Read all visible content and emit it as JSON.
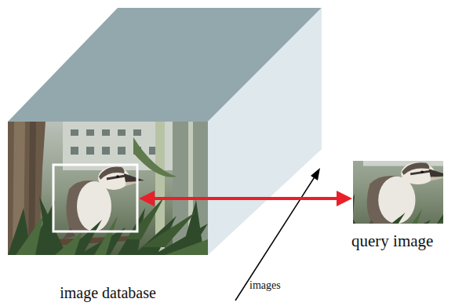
{
  "diagram": {
    "nodes": [
      {
        "text": [
          "image database"
        ]
      },
      {
        "text": [
          "query image"
        ]
      }
    ],
    "edges": [
      {
        "from": 0,
        "to": 1,
        "arrow": "both"
      }
    ],
    "labels": [
      "images"
    ]
  }
}
